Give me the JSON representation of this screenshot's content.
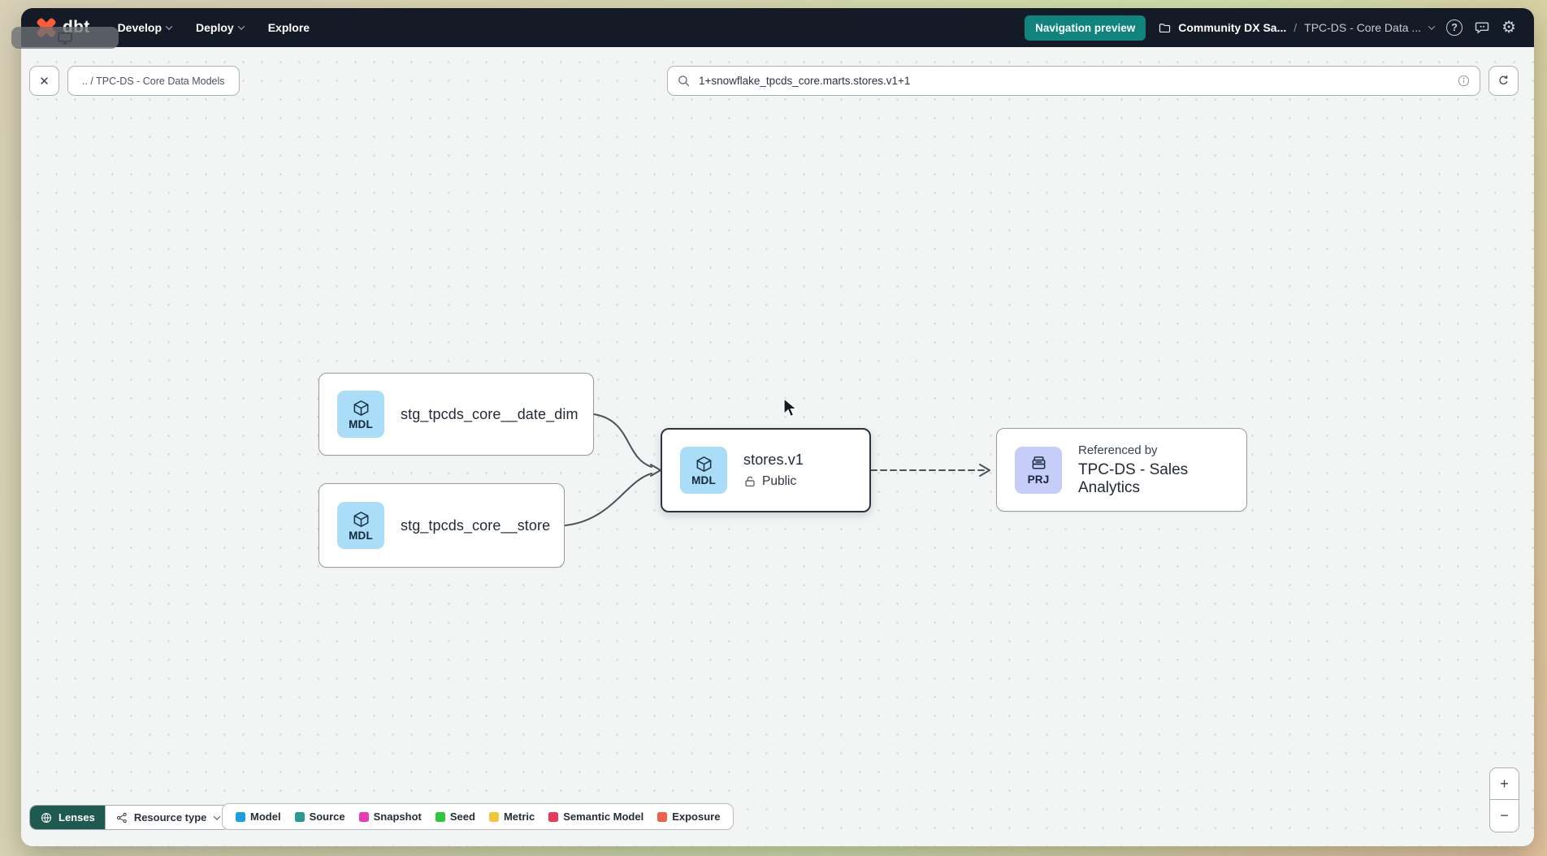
{
  "topnav": {
    "logo": "dbt",
    "menu": [
      {
        "label": "Develop"
      },
      {
        "label": "Deploy"
      },
      {
        "label": "Explore"
      }
    ],
    "preview_badge": "Navigation preview",
    "account": "Community DX Sa...",
    "path_separator": "/",
    "project": "TPC-DS - Core Data ...",
    "help_glyph": "?",
    "gear_glyph": "⚙"
  },
  "toolbar": {
    "close": "✕",
    "breadcrumb": ".. / TPC-DS - Core Data Models",
    "search_value": "1+snowflake_tpcds_core.marts.stores.v1+1"
  },
  "graph": {
    "nodes": {
      "date_dim": {
        "badge": "MDL",
        "title": "stg_tpcds_core__date_dim"
      },
      "store": {
        "badge": "MDL",
        "title": "stg_tpcds_core__store"
      },
      "stores_v1": {
        "badge": "MDL",
        "title": "stores.v1",
        "access": "Public"
      },
      "sales_analytics": {
        "badge": "PRJ",
        "kicker": "Referenced by",
        "title": "TPC-DS - Sales Analytics"
      }
    }
  },
  "footer": {
    "lenses": "Lenses",
    "resource_type": "Resource type",
    "legend": [
      {
        "label": "Model",
        "color": "#1b9fe0"
      },
      {
        "label": "Source",
        "color": "#2a9a92"
      },
      {
        "label": "Snapshot",
        "color": "#e13fb2"
      },
      {
        "label": "Seed",
        "color": "#2fc53c"
      },
      {
        "label": "Metric",
        "color": "#f0c63f"
      },
      {
        "label": "Semantic Model",
        "color": "#ea3a5c"
      },
      {
        "label": "Exposure",
        "color": "#ec6147"
      }
    ]
  },
  "zoom": {
    "in": "+",
    "out": "−"
  },
  "colors": {
    "accent_teal": "#0f837c",
    "lenses_bg": "#1f5a50",
    "model_badge": "#a9ddf8",
    "project_badge": "#c6cdf9"
  }
}
